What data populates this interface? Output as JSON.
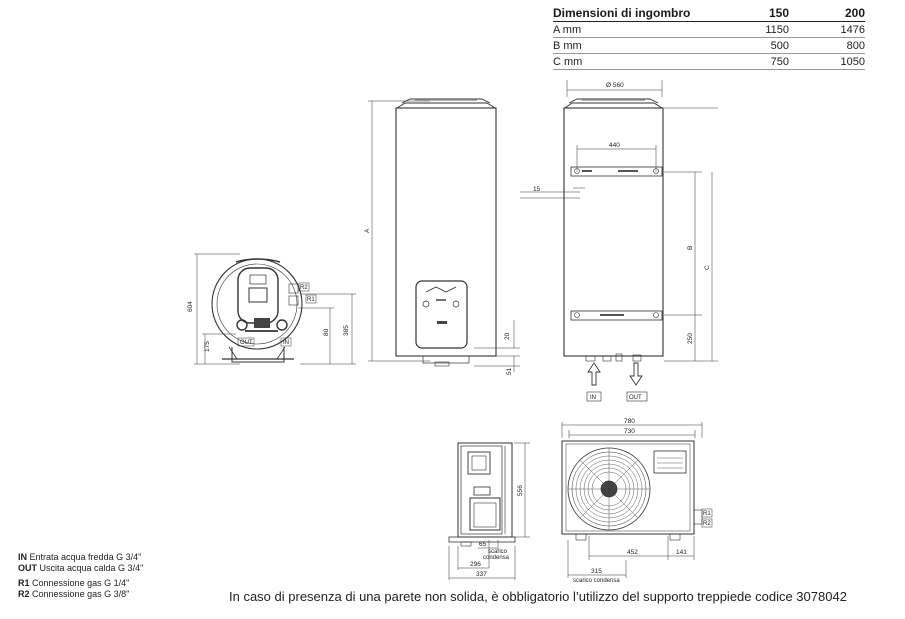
{
  "table": {
    "headers": [
      "Dimensioni di ingombro",
      "150",
      "200"
    ],
    "rows": [
      [
        "A mm",
        "1150",
        "1476"
      ],
      [
        "B mm",
        "500",
        "800"
      ],
      [
        "C mm",
        "750",
        "1050"
      ]
    ]
  },
  "top_view": {
    "dims": {
      "h604": "604",
      "h175": "175",
      "h385": "385",
      "h80": "80"
    },
    "labels": {
      "out": "OUT",
      "in": "IN",
      "r1": "R1",
      "r2": "R2"
    }
  },
  "front_view": {
    "dims": {
      "a": "A",
      "d20": "20",
      "d51": "51"
    }
  },
  "side_view": {
    "dims": {
      "d560": "Ø 560",
      "d440": "440",
      "d15": "15",
      "b": "B",
      "c": "C",
      "d250": "250"
    },
    "labels": {
      "in": "IN",
      "out": "OUT"
    }
  },
  "unit_side": {
    "dims": {
      "d556": "556",
      "d65": "65",
      "d296": "296",
      "d337": "337"
    },
    "labels": {
      "scarico": "scarico",
      "condensa": "condensa"
    }
  },
  "unit_front": {
    "dims": {
      "d780": "780",
      "d730": "730",
      "d452": "452",
      "d141": "141",
      "d315": "315"
    },
    "labels": {
      "scarico_condensa": "scarico condensa",
      "r1": "R1",
      "r2": "R2"
    }
  },
  "legend": [
    {
      "code": "IN",
      "text": "Entrata acqua fredda G 3/4\""
    },
    {
      "code": "OUT",
      "text": "Uscita acqua calda G 3/4\""
    },
    {
      "code": "R1",
      "text": "Connessione gas G 1/4\""
    },
    {
      "code": "R2",
      "text": "Connessione gas G 3/8\""
    }
  ],
  "note": "In caso di presenza di una parete non solida, è obbligatorio l’utilizzo del supporto treppiede codice 3078042"
}
